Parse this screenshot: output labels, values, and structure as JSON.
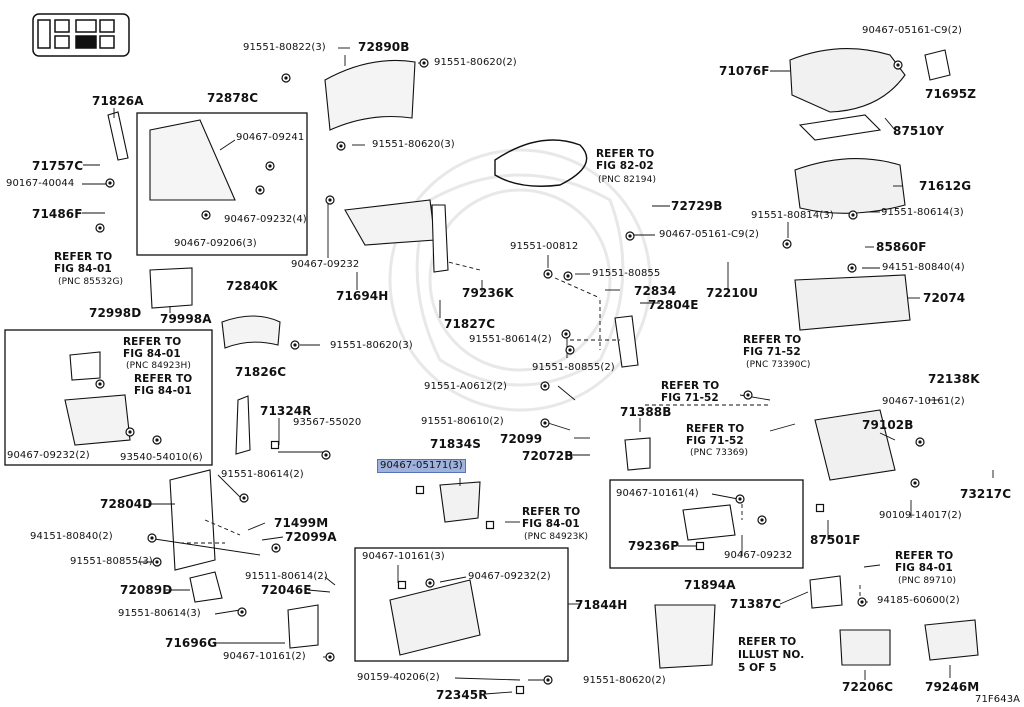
{
  "labels": [
    {
      "id": "71826A",
      "text": "71826A",
      "style": "big"
    },
    {
      "id": "72878C",
      "text": "72878C",
      "style": "big"
    },
    {
      "id": "91551-80822-3",
      "text": "91551-80822(3)",
      "style": "code"
    },
    {
      "id": "72890B",
      "text": "72890B",
      "style": "big"
    },
    {
      "id": "91551-80620-2-top",
      "text": "91551-80620(2)",
      "style": "code"
    },
    {
      "id": "90467-05161-C9-2-top",
      "text": "90467-05161-C9(2)",
      "style": "code"
    },
    {
      "id": "71076F",
      "text": "71076F",
      "style": "big"
    },
    {
      "id": "71695Z",
      "text": "71695Z",
      "style": "big"
    },
    {
      "id": "87510Y",
      "text": "87510Y",
      "style": "big"
    },
    {
      "id": "90467-09241",
      "text": "90467-09241",
      "style": "code"
    },
    {
      "id": "91551-80620-3-a",
      "text": "91551-80620(3)",
      "style": "code"
    },
    {
      "id": "71757C",
      "text": "71757C",
      "style": "big"
    },
    {
      "id": "90167-40044",
      "text": "90167-40044",
      "style": "code"
    },
    {
      "id": "refer-82-02",
      "text": "REFER TO",
      "style": "ref"
    },
    {
      "id": "fig-82-02",
      "text": "FIG 82-02",
      "style": "ref"
    },
    {
      "id": "pnc-82194",
      "text": "(PNC 82194)",
      "style": "pnc"
    },
    {
      "id": "71612G",
      "text": "71612G",
      "style": "big"
    },
    {
      "id": "71486F",
      "text": "71486F",
      "style": "big"
    },
    {
      "id": "90467-09232-4",
      "text": "90467-09232(4)",
      "style": "code"
    },
    {
      "id": "72729B",
      "text": "72729B",
      "style": "big"
    },
    {
      "id": "91551-80814-3",
      "text": "91551-80814(3)",
      "style": "code"
    },
    {
      "id": "91551-80614-3-r",
      "text": "91551-80614(3)",
      "style": "code"
    },
    {
      "id": "refer-84-01-a",
      "text": "REFER TO",
      "style": "ref"
    },
    {
      "id": "fig-84-01-a",
      "text": "FIG 84-01",
      "style": "ref"
    },
    {
      "id": "pnc-85532G",
      "text": "(PNC 85532G)",
      "style": "pnc"
    },
    {
      "id": "90467-09206-3",
      "text": "90467-09206(3)",
      "style": "code"
    },
    {
      "id": "90467-05161-C9-2-mid",
      "text": "90467-05161-C9(2)",
      "style": "code"
    },
    {
      "id": "85860F",
      "text": "85860F",
      "style": "big"
    },
    {
      "id": "90467-09232-a",
      "text": "90467-09232",
      "style": "code"
    },
    {
      "id": "91551-00812",
      "text": "91551-00812",
      "style": "code"
    },
    {
      "id": "91551-80855",
      "text": "91551-80855",
      "style": "code"
    },
    {
      "id": "94151-80840-4",
      "text": "94151-80840(4)",
      "style": "code"
    },
    {
      "id": "79998A",
      "text": "79998A",
      "style": "big"
    },
    {
      "id": "71694H",
      "text": "71694H",
      "style": "big"
    },
    {
      "id": "79236K",
      "text": "79236K",
      "style": "big"
    },
    {
      "id": "72834",
      "text": "72834",
      "style": "big"
    },
    {
      "id": "72210U",
      "text": "72210U",
      "style": "big"
    },
    {
      "id": "72074",
      "text": "72074",
      "style": "big"
    },
    {
      "id": "72840K",
      "text": "72840K",
      "style": "big"
    },
    {
      "id": "72804E",
      "text": "72804E",
      "style": "big"
    },
    {
      "id": "72998D",
      "text": "72998D",
      "style": "big"
    },
    {
      "id": "71827C",
      "text": "71827C",
      "style": "big"
    },
    {
      "id": "91551-80614-2-a",
      "text": "91551-80614(2)",
      "style": "code"
    },
    {
      "id": "refer-84-01-b",
      "text": "REFER TO",
      "style": "ref"
    },
    {
      "id": "fig-84-01-b",
      "text": "FIG 84-01",
      "style": "ref"
    },
    {
      "id": "pnc-84923H",
      "text": "(PNC 84923H)",
      "style": "pnc"
    },
    {
      "id": "91551-80620-3-b",
      "text": "91551-80620(3)",
      "style": "code"
    },
    {
      "id": "refer-71-52-a",
      "text": "REFER TO",
      "style": "ref"
    },
    {
      "id": "fig-71-52-a",
      "text": "FIG 71-52",
      "style": "ref"
    },
    {
      "id": "pnc-73390C",
      "text": "(PNC 73390C)",
      "style": "pnc"
    },
    {
      "id": "91551-80855-2",
      "text": "91551-80855(2)",
      "style": "code"
    },
    {
      "id": "refer-84-01-c",
      "text": "REFER TO",
      "style": "ref"
    },
    {
      "id": "fig-84-01-c",
      "text": "FIG 84-01",
      "style": "ref"
    },
    {
      "id": "71826C",
      "text": "71826C",
      "style": "big"
    },
    {
      "id": "91551-A0612-2",
      "text": "91551-A0612(2)",
      "style": "code"
    },
    {
      "id": "refer-71-52-b",
      "text": "REFER TO",
      "style": "ref"
    },
    {
      "id": "fig-71-52-b",
      "text": "FIG 71-52",
      "style": "ref"
    },
    {
      "id": "72138K",
      "text": "72138K",
      "style": "big"
    },
    {
      "id": "90467-10161-2",
      "text": "90467-10161(2)",
      "style": "code"
    },
    {
      "id": "71324R",
      "text": "71324R",
      "style": "big"
    },
    {
      "id": "93567-55020",
      "text": "93567-55020",
      "style": "code"
    },
    {
      "id": "91551-80610-2",
      "text": "91551-80610(2)",
      "style": "code"
    },
    {
      "id": "71388B",
      "text": "71388B",
      "style": "big"
    },
    {
      "id": "79102B",
      "text": "79102B",
      "style": "big"
    },
    {
      "id": "refer-71-52-c",
      "text": "REFER TO",
      "style": "ref"
    },
    {
      "id": "fig-71-52-c",
      "text": "FIG 71-52",
      "style": "ref"
    },
    {
      "id": "pnc-73369",
      "text": "(PNC 73369)",
      "style": "pnc"
    },
    {
      "id": "72099",
      "text": "72099",
      "style": "big"
    },
    {
      "id": "71834S",
      "text": "71834S",
      "style": "big"
    },
    {
      "id": "90467-09232-2-a",
      "text": "90467-09232(2)",
      "style": "code"
    },
    {
      "id": "93540-54010-6",
      "text": "93540-54010(6)",
      "style": "code"
    },
    {
      "id": "72072B",
      "text": "72072B",
      "style": "big"
    },
    {
      "id": "90467-05171-3",
      "text": "90467-05171(3)",
      "style": "code hl"
    },
    {
      "id": "73217C",
      "text": "73217C",
      "style": "big"
    },
    {
      "id": "91551-80614-2-b",
      "text": "91551-80614(2)",
      "style": "code"
    },
    {
      "id": "90467-10161-4",
      "text": "90467-10161(4)",
      "style": "code"
    },
    {
      "id": "72804D",
      "text": "72804D",
      "style": "big"
    },
    {
      "id": "refer-84-01-d",
      "text": "REFER TO",
      "style": "ref"
    },
    {
      "id": "fig-84-01-d",
      "text": "FIG 84-01",
      "style": "ref"
    },
    {
      "id": "pnc-84923K",
      "text": "(PNC 84923K)",
      "style": "pnc"
    },
    {
      "id": "90109-14017-2",
      "text": "90109-14017(2)",
      "style": "code"
    },
    {
      "id": "71499M",
      "text": "71499M",
      "style": "big"
    },
    {
      "id": "94151-80840-2",
      "text": "94151-80840(2)",
      "style": "code"
    },
    {
      "id": "72099A",
      "text": "72099A",
      "style": "big"
    },
    {
      "id": "87501F",
      "text": "87501F",
      "style": "big"
    },
    {
      "id": "79236P",
      "text": "79236P",
      "style": "big"
    },
    {
      "id": "90467-09232-b",
      "text": "90467-09232",
      "style": "code"
    },
    {
      "id": "91551-80855-3",
      "text": "91551-80855(3)",
      "style": "code"
    },
    {
      "id": "90467-10161-3",
      "text": "90467-10161(3)",
      "style": "code"
    },
    {
      "id": "refer-84-01-e",
      "text": "REFER TO",
      "style": "ref"
    },
    {
      "id": "fig-84-01-e",
      "text": "FIG 84-01",
      "style": "ref"
    },
    {
      "id": "pnc-89710",
      "text": "(PNC 89710)",
      "style": "pnc"
    },
    {
      "id": "91511-80614-2",
      "text": "91511-80614(2)",
      "style": "code"
    },
    {
      "id": "90467-09232-2-b",
      "text": "90467-09232(2)",
      "style": "code"
    },
    {
      "id": "71894A",
      "text": "71894A",
      "style": "big"
    },
    {
      "id": "72089D",
      "text": "72089D",
      "style": "big"
    },
    {
      "id": "72046E",
      "text": "72046E",
      "style": "big"
    },
    {
      "id": "71844H",
      "text": "71844H",
      "style": "big"
    },
    {
      "id": "71387C",
      "text": "71387C",
      "style": "big"
    },
    {
      "id": "94185-60600-2",
      "text": "94185-60600(2)",
      "style": "code"
    },
    {
      "id": "91551-80614-3-l",
      "text": "91551-80614(3)",
      "style": "code"
    },
    {
      "id": "71696G",
      "text": "71696G",
      "style": "big"
    },
    {
      "id": "90467-10161-2-b",
      "text": "90467-10161(2)",
      "style": "code"
    },
    {
      "id": "refer-illust",
      "text": "REFER TO",
      "style": "ref"
    },
    {
      "id": "illust-no",
      "text": "ILLUST NO.",
      "style": "ref"
    },
    {
      "id": "illust-5of5",
      "text": "5 OF 5",
      "style": "ref"
    },
    {
      "id": "90159-40206-2",
      "text": "90159-40206(2)",
      "style": "code"
    },
    {
      "id": "91551-80620-2-bot",
      "text": "91551-80620(2)",
      "style": "code"
    },
    {
      "id": "72206C",
      "text": "72206C",
      "style": "big"
    },
    {
      "id": "79246M",
      "text": "79246M",
      "style": "big"
    },
    {
      "id": "72345R",
      "text": "72345R",
      "style": "big"
    },
    {
      "id": "71F643A",
      "text": "71F643A",
      "style": "code"
    }
  ]
}
